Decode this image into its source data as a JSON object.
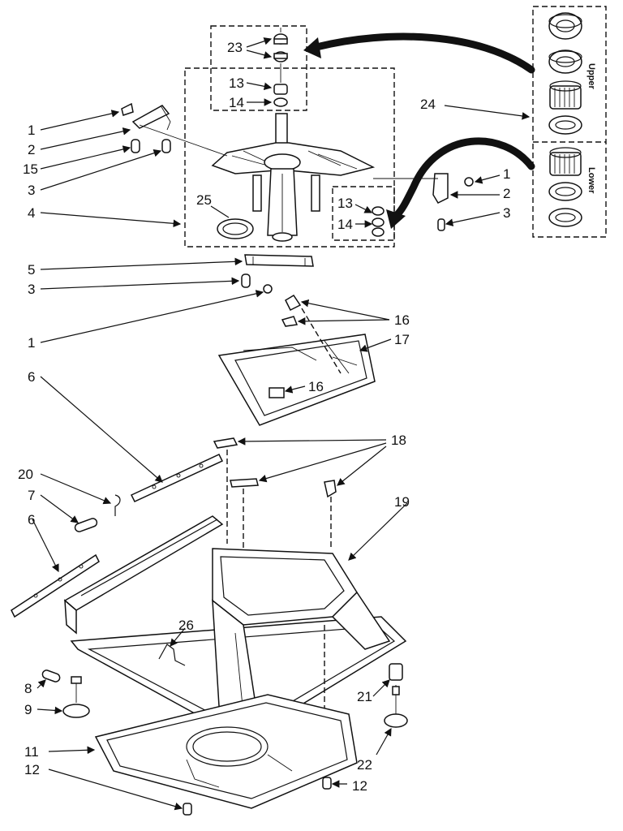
{
  "labels": {
    "l1a": "1",
    "l2a": "2",
    "l15": "15",
    "l3a": "3",
    "l4": "4",
    "l23": "23",
    "l13a": "13",
    "l14a": "14",
    "l25": "25",
    "l24": "24",
    "l1b": "1",
    "l2b": "2",
    "l3b": "3",
    "l13b": "13",
    "l14b": "14",
    "l5": "5",
    "l3c": "3",
    "l1c": "1",
    "l16a": "16",
    "l17": "17",
    "l16b": "16",
    "l6a": "6",
    "l18": "18",
    "l20": "20",
    "l7": "7",
    "l6b": "6",
    "l19": "19",
    "l26": "26",
    "l8": "8",
    "l9": "9",
    "l21": "21",
    "l11": "11",
    "l12a": "12",
    "l22": "22",
    "l12b": "12"
  },
  "inset": {
    "upper": "Upper",
    "lower": "Lower"
  }
}
